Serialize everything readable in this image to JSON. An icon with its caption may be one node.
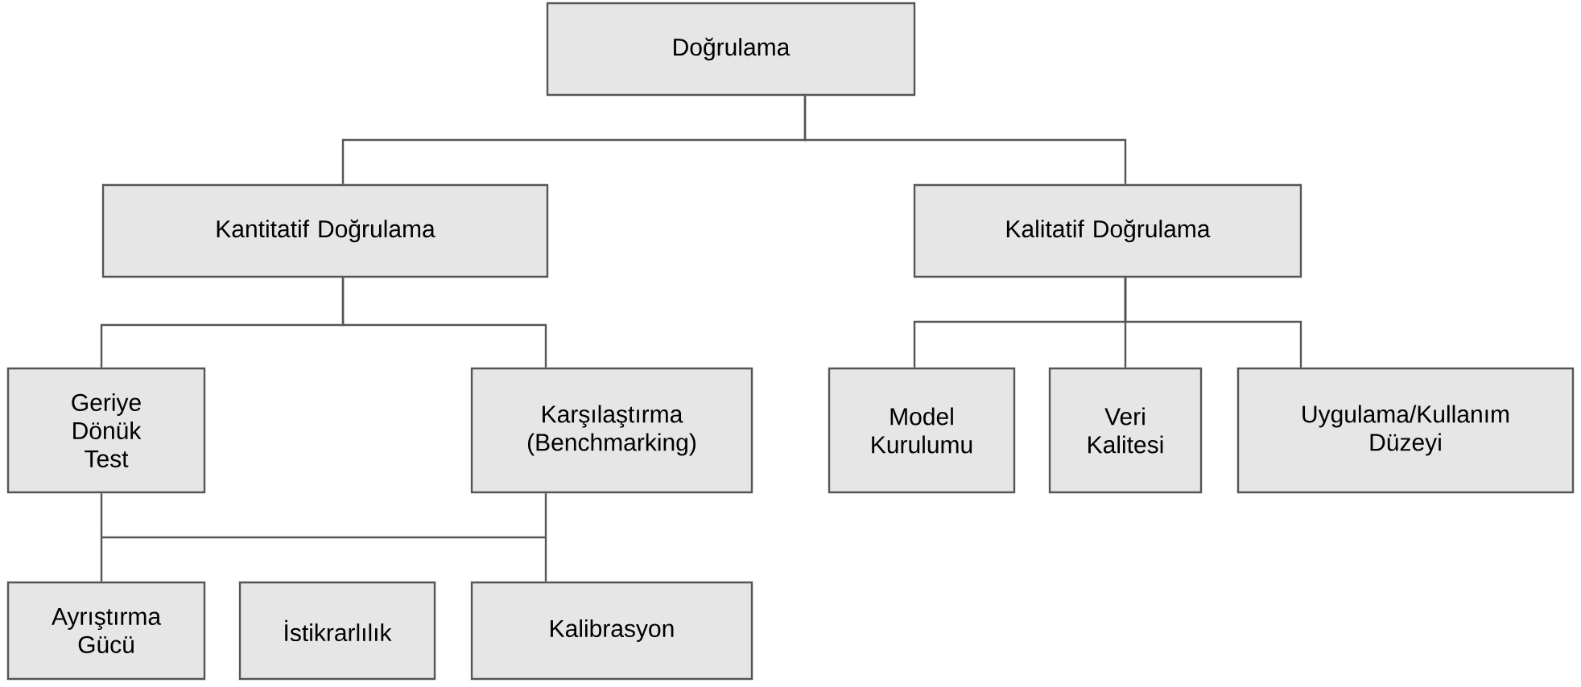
{
  "diagram": {
    "nodes": [
      {
        "text": [
          "Doğrulama"
        ]
      },
      {
        "text": [
          "Kantitatif Doğrulama"
        ]
      },
      {
        "text": [
          "Kalitatif Doğrulama"
        ]
      },
      {
        "text": [
          "Geriye Dönük Test"
        ]
      },
      {
        "text": [
          "Karşılaştırma (Benchmarking)"
        ]
      },
      {
        "text": [
          "Model Kurulumu"
        ]
      },
      {
        "text": [
          "Veri Kalitesi"
        ]
      },
      {
        "text": [
          "Uygulama/Kullanım Düzeyi"
        ]
      },
      {
        "text": [
          "Ayrıştırma Gücü"
        ]
      },
      {
        "text": [
          "İstikrarlılık"
        ]
      },
      {
        "text": [
          "Kalibrasyon"
        ]
      }
    ],
    "edges": [
      {
        "from": 0,
        "to": 1,
        "arrow": "none"
      },
      {
        "from": 0,
        "to": 2,
        "arrow": "none"
      },
      {
        "from": 1,
        "to": 3,
        "arrow": "none"
      },
      {
        "from": 1,
        "to": 4,
        "arrow": "none"
      },
      {
        "from": 2,
        "to": 5,
        "arrow": "none"
      },
      {
        "from": 2,
        "to": 6,
        "arrow": "none"
      },
      {
        "from": 2,
        "to": 7,
        "arrow": "none"
      },
      {
        "from": 3,
        "to": 8,
        "arrow": "none"
      },
      {
        "from": 3,
        "to": 10,
        "arrow": "none"
      },
      {
        "from": 4,
        "to": 8,
        "arrow": "none"
      },
      {
        "from": 4,
        "to": 10,
        "arrow": "none"
      }
    ]
  }
}
